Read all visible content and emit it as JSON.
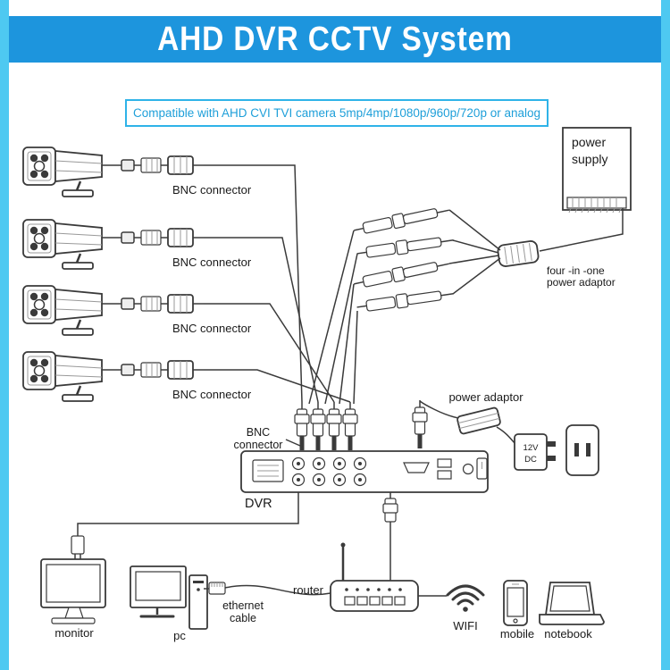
{
  "header": {
    "title": "AHD DVR CCTV System"
  },
  "banner": {
    "text": "Compatible with AHD CVI TVI camera 5mp/4mp/1080p/960p/720p or analog"
  },
  "labels": {
    "bnc_connector": "BNC connector",
    "power_supply": "power supply",
    "four_in_one_line1": "four -in -one",
    "four_in_one_line2": "power adaptor",
    "power_adaptor": "power adaptor",
    "bnc_connector_dvr": "BNC connector",
    "dvr": "DVR",
    "dc_block": "12V DC",
    "monitor": "monitor",
    "pc": "pc",
    "ethernet_cable": "ethernet cable",
    "router": "router",
    "wifi": "WIFI",
    "mobile": "mobile",
    "notebook": "notebook"
  },
  "colors": {
    "header_bg": "#1d95dd",
    "side_strip": "#4ec9f1",
    "banner_accent": "#2fb3e8",
    "line_art": "#3a3a3a"
  },
  "components": {
    "cameras_count": 4,
    "dvr_bnc_jacks": 8,
    "power_splitter_outputs": 4
  }
}
